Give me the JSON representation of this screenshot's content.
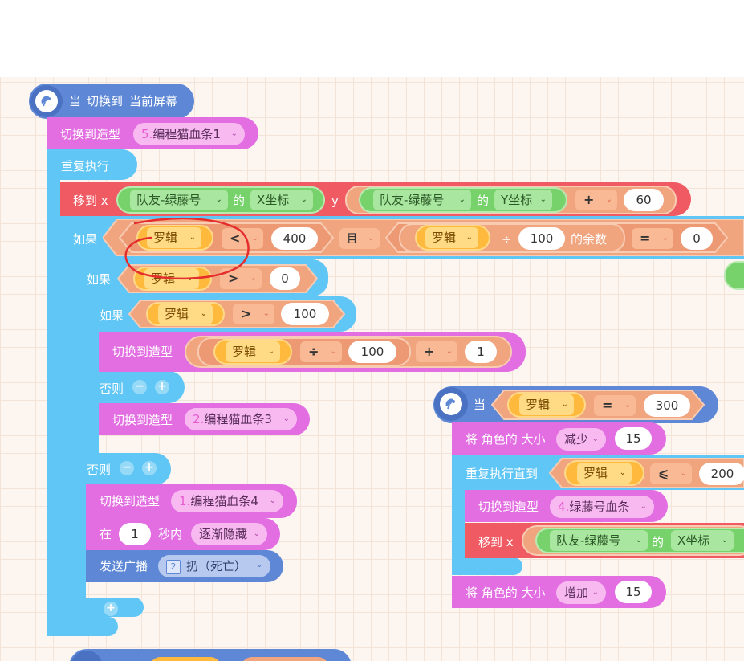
{
  "colors": {
    "event": "#5e88d6",
    "looks": "#e26ee2",
    "control": "#60c6f5",
    "motion": "#ef5a63",
    "operator": "#f0a57f",
    "sensing": "#77d26b",
    "variable": "#ffba3d"
  },
  "event1": {
    "label_when": "当",
    "label_switch": "切换到",
    "label_screen": "当前屏幕"
  },
  "switch_costume_label": "切换到造型",
  "costume_a": {
    "index": "5.",
    "name": "编程猫血条1"
  },
  "repeat_forever": "重复执行",
  "move_x": "移到 x",
  "sprite_teammate": "队友-绿藤号",
  "of_label": "的",
  "x_coord": "X坐标",
  "y_label": "y",
  "y_coord": "Y坐标",
  "op_plus": "+",
  "op_lt": "<",
  "op_gt": ">",
  "op_eq": "=",
  "op_le": "⩽",
  "op_div": "÷",
  "and_label": "且",
  "mod_label": "的余数",
  "if_label": "如果",
  "else_label": "否则",
  "var_luoji": "罗辑",
  "n60": "60",
  "n400": "400",
  "n100": "100",
  "n0": "0",
  "n1": "1",
  "n300": "300",
  "n15": "15",
  "n200": "200",
  "costume_b": {
    "index": "2.",
    "name": "编程猫血条3"
  },
  "costume_c": {
    "index": "1.",
    "name": "编程猫血条4"
  },
  "fade": {
    "in": "在",
    "sec": "秒内",
    "effect": "逐渐隐藏"
  },
  "broadcast": {
    "label": "发送广播",
    "index": "2",
    "msg": "扔（死亡）"
  },
  "event2": {
    "when": "当"
  },
  "size_block": {
    "label": "将 角色的 大小",
    "decrease": "减少",
    "increase": "增加"
  },
  "repeat_until": "重复执行直到",
  "costume_d": {
    "index": "4.",
    "name": "绿藤号血条"
  },
  "icons": {
    "chevron": "chevron-down-icon",
    "minus": "minus-icon",
    "plus": "plus-icon",
    "event": "satellite-icon",
    "message": "message-icon"
  }
}
